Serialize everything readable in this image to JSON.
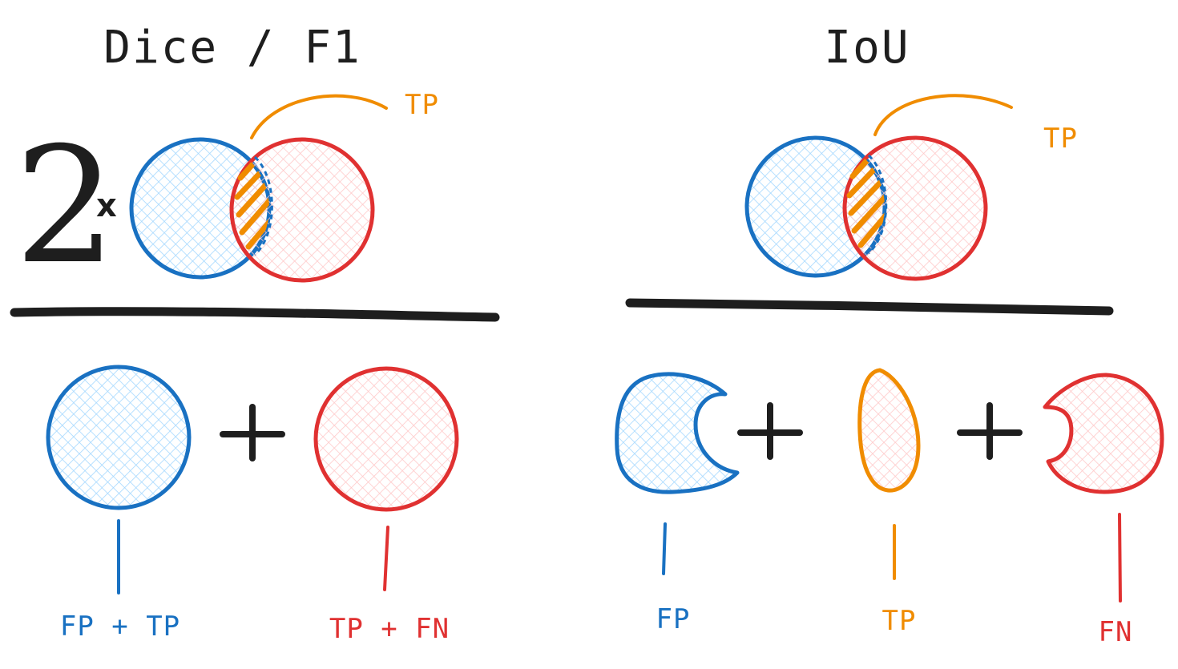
{
  "colors": {
    "ink": "#1e1e1e",
    "blue": "#1971c2",
    "blue_fill": "#a5d8ff",
    "red": "#e03131",
    "red_fill": "#ffc9c9",
    "orange": "#f08c00"
  },
  "dice": {
    "title": "Dice / F1",
    "multiplier": "2",
    "times": "x",
    "tp_label": "TP",
    "plus": "+",
    "left_term": "FP + TP",
    "right_term": "TP + FN"
  },
  "iou": {
    "title": "IoU",
    "tp_label": "TP",
    "plus": "+",
    "fp_term": "FP",
    "tp_term": "TP",
    "fn_term": "FN"
  }
}
